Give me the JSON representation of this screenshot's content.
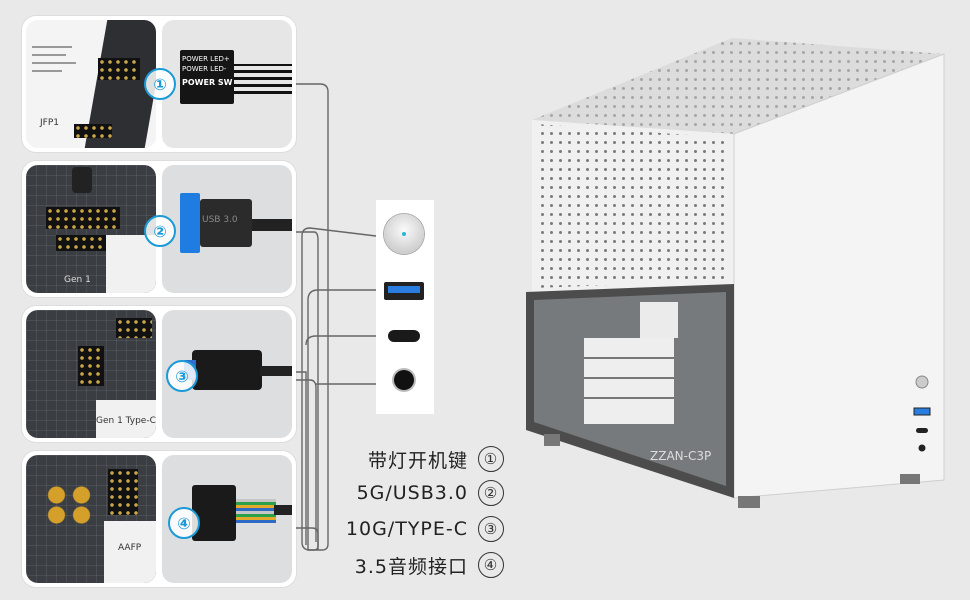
{
  "cards": [
    {
      "number": "①",
      "pcb_label": "JFP1",
      "cable_labels": [
        "POWER LED+",
        "POWER LED-",
        "POWER SW"
      ]
    },
    {
      "number": "②",
      "pcb_label": "Gen 1",
      "cable_label": "USB 3.0"
    },
    {
      "number": "③",
      "pcb_label": "Gen 1 Type-C"
    },
    {
      "number": "④",
      "pcb_label": "AAFP"
    }
  ],
  "legend": [
    {
      "text": "带灯开机键",
      "num": "①"
    },
    {
      "text": "5G/USB3.0",
      "num": "②"
    },
    {
      "text": "10G/TYPE-C",
      "num": "③"
    },
    {
      "text": "3.5音频接口",
      "num": "④"
    }
  ],
  "case_logo": "ZZAN-C3P",
  "colors": {
    "accent_blue": "#1a9ad7",
    "usb_blue": "#2a7de0",
    "background": "#e9e9e9"
  },
  "icons": {
    "power_button": "power-button-icon",
    "usb_a": "usb-a-port-icon",
    "type_c": "type-c-port-icon",
    "audio": "audio-jack-icon"
  }
}
